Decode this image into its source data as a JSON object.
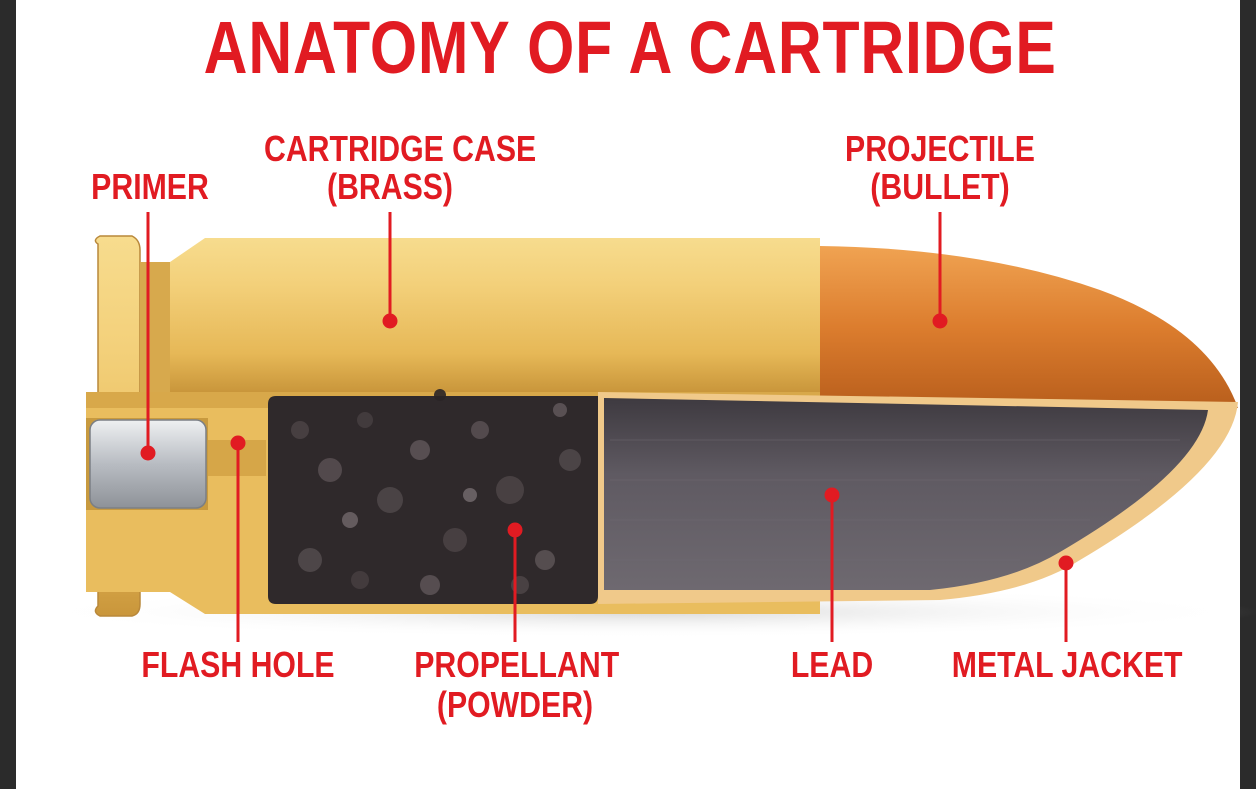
{
  "title": "ANATOMY OF A CARTRIDGE",
  "labels": {
    "primer": "PRIMER",
    "cartridge_case": "CARTRIDGE CASE",
    "cartridge_case_sub": "(BRASS)",
    "projectile": "PROJECTILE",
    "projectile_sub": "(BULLET)",
    "flash_hole": "FLASH HOLE",
    "propellant": "PROPELLANT",
    "propellant_sub": "(POWDER)",
    "lead": "LEAD",
    "metal_jacket": "METAL JACKET"
  },
  "colors": {
    "accent": "#e11b22",
    "brass": "#e8c063",
    "copper": "#d9782c",
    "lead": "#5e5960",
    "powder": "#3a3335"
  }
}
